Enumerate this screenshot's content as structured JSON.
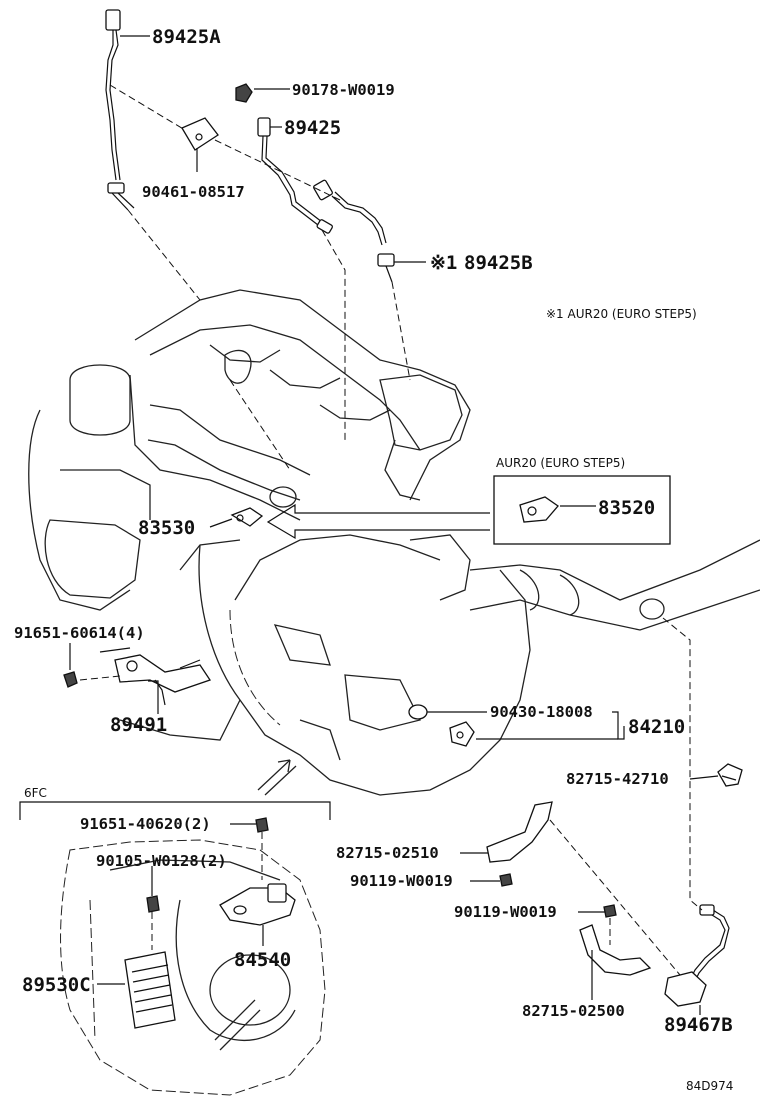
{
  "parts": {
    "p89425A": "89425A",
    "p90178": "90178-W0019",
    "p89425": "89425",
    "p90461": "90461-08517",
    "p89425B": "89425B",
    "mark_89425B": "※1",
    "p83530": "83530",
    "p83520": "83520",
    "p91651_60614": "91651-60614(4)",
    "p89491": "89491",
    "p90430": "90430-18008",
    "p84210": "84210",
    "p82715_42710": "82715-42710",
    "p82715_02510": "82715-02510",
    "p90119_a": "90119-W0019",
    "p90119_b": "90119-W0019",
    "p82715_02500": "82715-02500",
    "p89467B": "89467B",
    "p91651_40620": "91651-40620(2)",
    "p90105": "90105-W0128(2)",
    "p84540": "84540",
    "p89530C": "89530C"
  },
  "notes": {
    "footnote": "※1  AUR20 (EURO STEP5)",
    "box_83520_title": "AUR20 (EURO STEP5)",
    "inset_title": "6FC",
    "diagram_code": "84D974"
  }
}
